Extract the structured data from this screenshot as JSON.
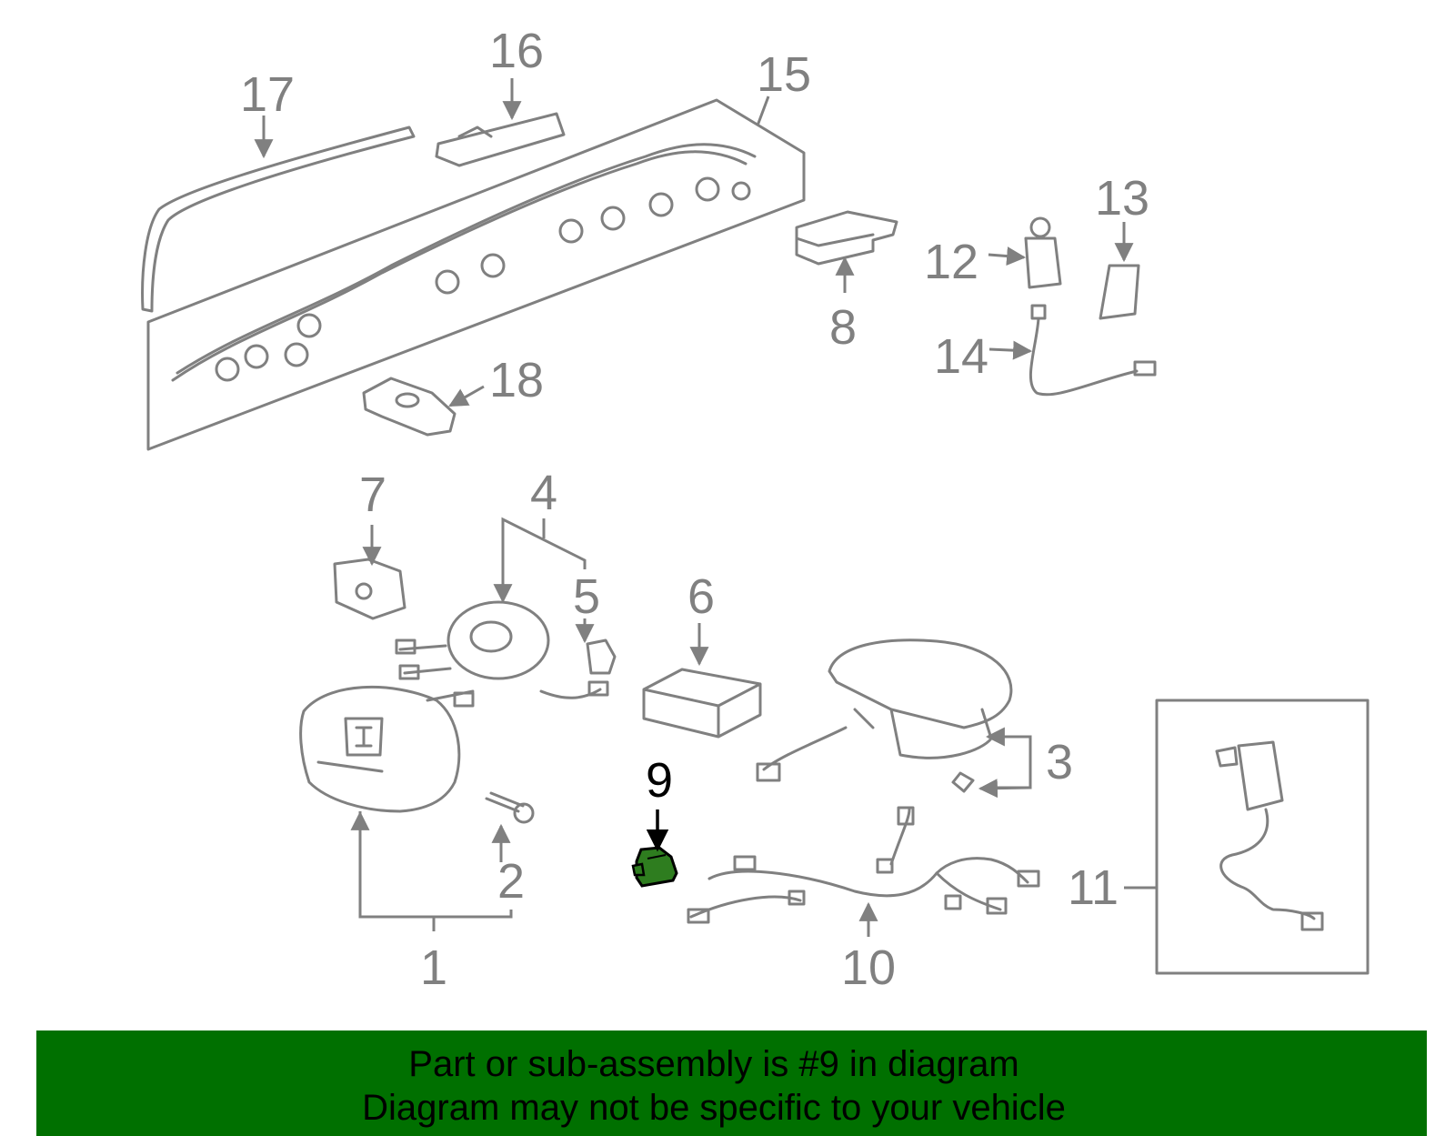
{
  "diagram": {
    "highlight_color": "#2e7d1f",
    "labels": {
      "l1": "1",
      "l2": "2",
      "l3": "3",
      "l4": "4",
      "l5": "5",
      "l6": "6",
      "l7": "7",
      "l8": "8",
      "l9": "9",
      "l10": "10",
      "l11": "11",
      "l12": "12",
      "l13": "13",
      "l14": "14",
      "l15": "15",
      "l16": "16",
      "l17": "17",
      "l18": "18"
    }
  },
  "footer": {
    "background": "#007000",
    "line1": "Part or sub-assembly is #9 in diagram",
    "line2": "Diagram may not be specific to your vehicle"
  }
}
